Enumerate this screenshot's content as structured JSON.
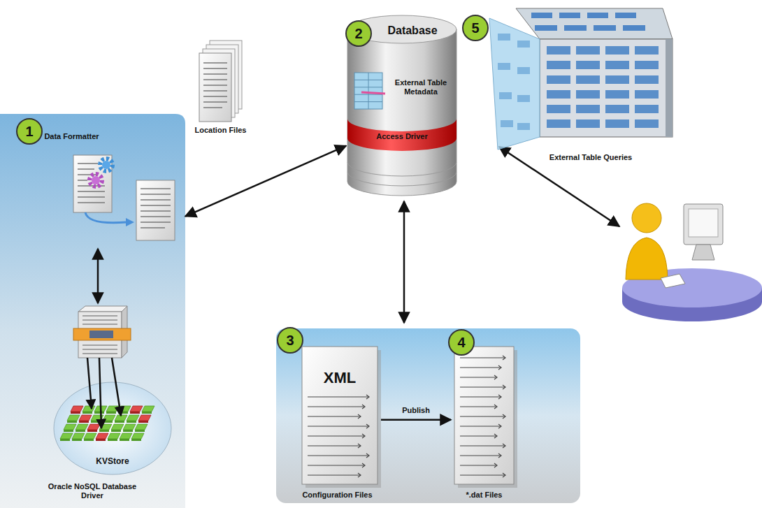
{
  "diagram": {
    "nodes": [
      {
        "text": [
          "Data Formatter",
          "Oracle NoSQL Database Driver"
        ]
      },
      {
        "text": [
          "KVStore"
        ],
        "in": 0
      },
      {
        "text": [
          "Database",
          "External Table Metadata"
        ]
      },
      {
        "text": [
          "Access Driver"
        ],
        "in": 2
      },
      {
        "text": [
          "XML",
          "Configuration Files"
        ]
      },
      {
        "text": [
          "*.dat Files"
        ]
      }
    ],
    "edges": [
      {
        "from": 2,
        "to": 0,
        "arrow": "both"
      },
      {
        "from": 4,
        "to": 5,
        "label": "Publish",
        "arrow": "to"
      }
    ],
    "labels": [
      "1",
      "Location Files",
      "2",
      "5",
      "External Table Queries",
      "3",
      "4"
    ]
  }
}
